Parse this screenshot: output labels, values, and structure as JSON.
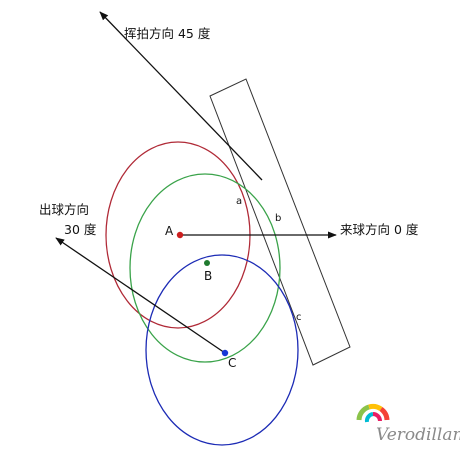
{
  "labels": {
    "swing_direction": "挥拍方向 45 度",
    "incoming_direction": "来球方向 0 度",
    "outgoing_line1": "出球方向",
    "outgoing_line2": "30 度",
    "point_A": "A",
    "point_B": "B",
    "point_C": "C",
    "point_a": "a",
    "point_b": "b",
    "point_c": "c"
  },
  "watermark": {
    "text": "Verodillan",
    "icon": "rainbow-swirl-logo-icon"
  },
  "colors": {
    "circle_A": "#b02a37",
    "circle_B": "#3aa34a",
    "circle_C": "#1c2bb5",
    "dot_A": "#cc1f1f",
    "dot_B": "#1f7a2e",
    "dot_C": "#1538d6",
    "lines": "#111111",
    "racket": "#333333"
  }
}
